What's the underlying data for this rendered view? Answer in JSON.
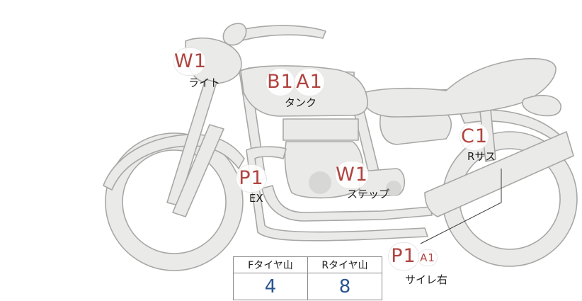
{
  "parts": [
    {
      "id": "light",
      "code": "W1",
      "label": "ライト"
    },
    {
      "id": "tank-b",
      "code": "B1",
      "label": ""
    },
    {
      "id": "tank-a",
      "code": "A1",
      "label": "タンク"
    },
    {
      "id": "rear-suspension",
      "code": "C1",
      "label": "Rサス"
    },
    {
      "id": "exhaust",
      "code": "P1",
      "label": "EX"
    },
    {
      "id": "step",
      "code": "W1",
      "label": "ステップ"
    },
    {
      "id": "silencer-right",
      "code": "P1",
      "label": "サイレ右"
    },
    {
      "id": "silencer-right-sub",
      "code": "A1",
      "label": ""
    }
  ],
  "tread_depth": {
    "headers": [
      "Fタイヤ山",
      "Rタイヤ山"
    ],
    "values": [
      "4",
      "8"
    ]
  },
  "colors": {
    "badge_text": "#b0443f",
    "value_text": "#2a5591",
    "body_fill": "#eaeae8",
    "body_stroke": "#a7a7a5"
  }
}
